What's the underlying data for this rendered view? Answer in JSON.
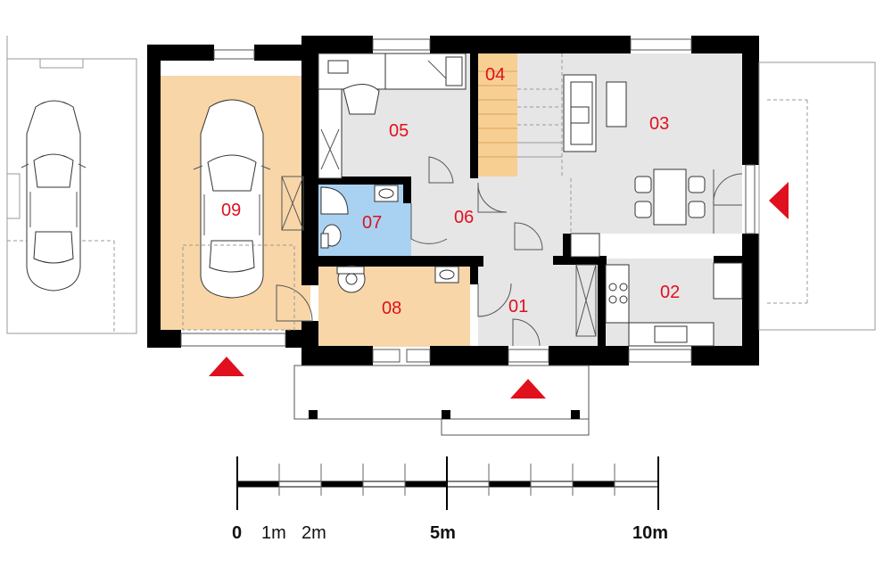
{
  "rooms": [
    {
      "id": "01",
      "label": "01",
      "color": "#e6e6e6"
    },
    {
      "id": "02",
      "label": "02",
      "color": "#e6e6e6"
    },
    {
      "id": "03",
      "label": "03",
      "color": "#e6e6e6"
    },
    {
      "id": "04",
      "label": "04",
      "color": "#f8cf93"
    },
    {
      "id": "05",
      "label": "05",
      "color": "#e6e6e6"
    },
    {
      "id": "06",
      "label": "06",
      "color": "#e6e6e6"
    },
    {
      "id": "07",
      "label": "07",
      "color": "#a9d2f2"
    },
    {
      "id": "08",
      "label": "08",
      "color": "#f8d6a8"
    },
    {
      "id": "09",
      "label": "09",
      "color": "#f8d6a8"
    }
  ],
  "scale": {
    "labels": [
      "0",
      "1m",
      "2m",
      "5m",
      "10m"
    ]
  },
  "colors": {
    "label": "#e0101e",
    "entrance_arrow": "#e0101e",
    "wall": "#000000"
  },
  "icons": [
    "entrance-arrow-icon",
    "car-icon",
    "toilet-icon",
    "sink-icon",
    "boiler-icon",
    "sofa-icon",
    "dining-table-icon",
    "kitchen-counter-icon",
    "bed-icon"
  ]
}
